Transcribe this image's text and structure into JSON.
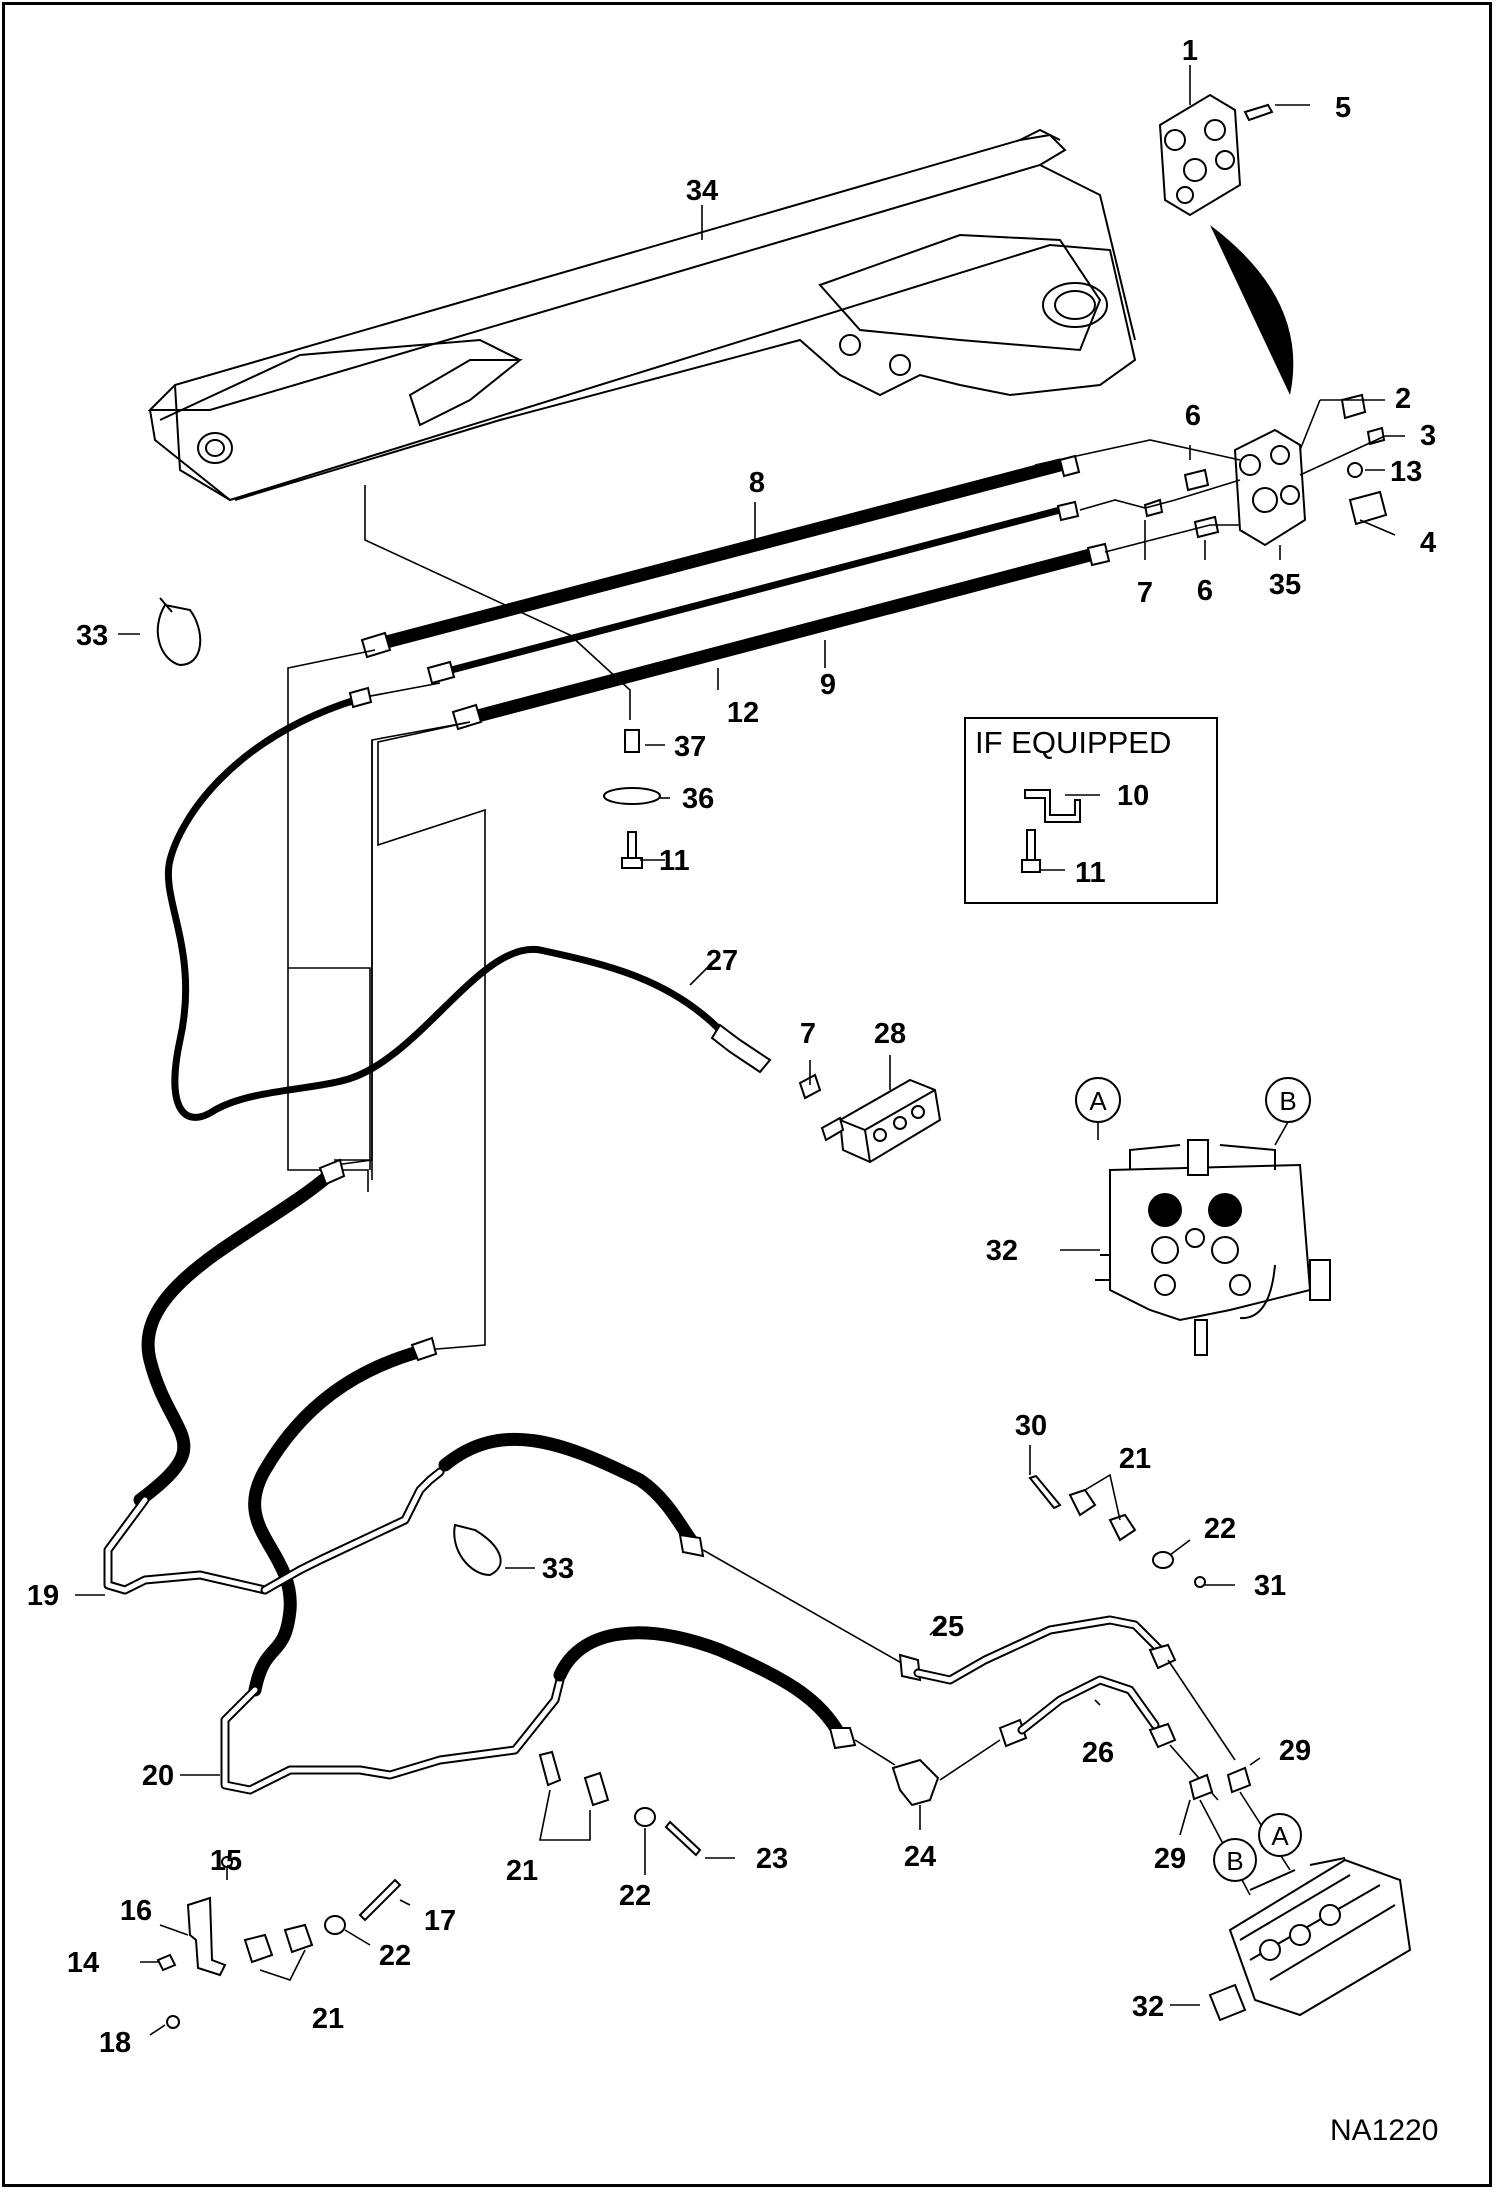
{
  "drawing_code": "NA1220",
  "if_equipped_label": "IF EQUIPPED",
  "circle_labels": {
    "a": "A",
    "b": "B"
  },
  "callouts": {
    "c1": "1",
    "c2": "2",
    "c3": "3",
    "c4": "4",
    "c5": "5",
    "c6a": "6",
    "c6b": "6",
    "c7a": "7",
    "c7b": "7",
    "c8": "8",
    "c9": "9",
    "c10": "10",
    "c11a": "11",
    "c11b": "11",
    "c12": "12",
    "c13": "13",
    "c14": "14",
    "c15": "15",
    "c16": "16",
    "c17": "17",
    "c18": "18",
    "c19": "19",
    "c20": "20",
    "c21a": "21",
    "c21b": "21",
    "c21c": "21",
    "c22a": "22",
    "c22b": "22",
    "c22c": "22",
    "c23": "23",
    "c24": "24",
    "c25": "25",
    "c26": "26",
    "c27": "27",
    "c28": "28",
    "c29a": "29",
    "c29b": "29",
    "c30": "30",
    "c31": "31",
    "c32a": "32",
    "c32b": "32",
    "c33a": "33",
    "c33b": "33",
    "c34": "34",
    "c35": "35",
    "c36": "36",
    "c37": "37"
  }
}
